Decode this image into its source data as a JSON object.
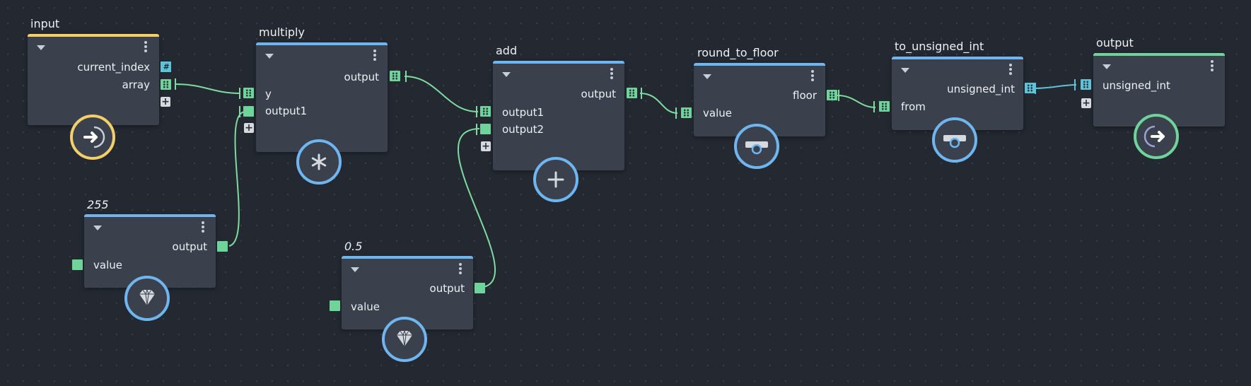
{
  "colors": {
    "background": "#232831",
    "node_body": "#3a404c",
    "accent_blue": "#6fb6f0",
    "accent_yellow": "#f2cf6a",
    "accent_green": "#6fd49a",
    "port_green": "#6fd49a",
    "port_cyan": "#5cc3d9",
    "wire_green": "#7fdca0",
    "wire_cyan": "#5cc3d9"
  },
  "nodes": {
    "input": {
      "title": "input",
      "ports": [
        "current_index",
        "array"
      ],
      "hash_symbol": "#",
      "icon": "arrow-right-icon"
    },
    "multiply": {
      "title": "multiply",
      "ports": [
        "output",
        "y",
        "output1"
      ],
      "icon": "asterisk-icon"
    },
    "add": {
      "title": "add",
      "ports": [
        "output",
        "output1",
        "output2"
      ],
      "icon": "plus-icon"
    },
    "round_to_floor": {
      "title": "round_to_floor",
      "ports": [
        "floor",
        "value"
      ],
      "icon": "floor-icon"
    },
    "to_unsigned_int": {
      "title": "to_unsigned_int",
      "ports": [
        "unsigned_int",
        "from"
      ],
      "icon": "floor-icon"
    },
    "output": {
      "title": "output",
      "ports": [
        "unsigned_int"
      ],
      "icon": "arrow-right-icon"
    },
    "const255": {
      "title": "255",
      "ports": [
        "output",
        "value"
      ],
      "icon": "diamond-icon"
    },
    "const05": {
      "title": "0.5",
      "ports": [
        "output",
        "value"
      ],
      "icon": "diamond-icon"
    }
  },
  "plus_symbol": "+"
}
